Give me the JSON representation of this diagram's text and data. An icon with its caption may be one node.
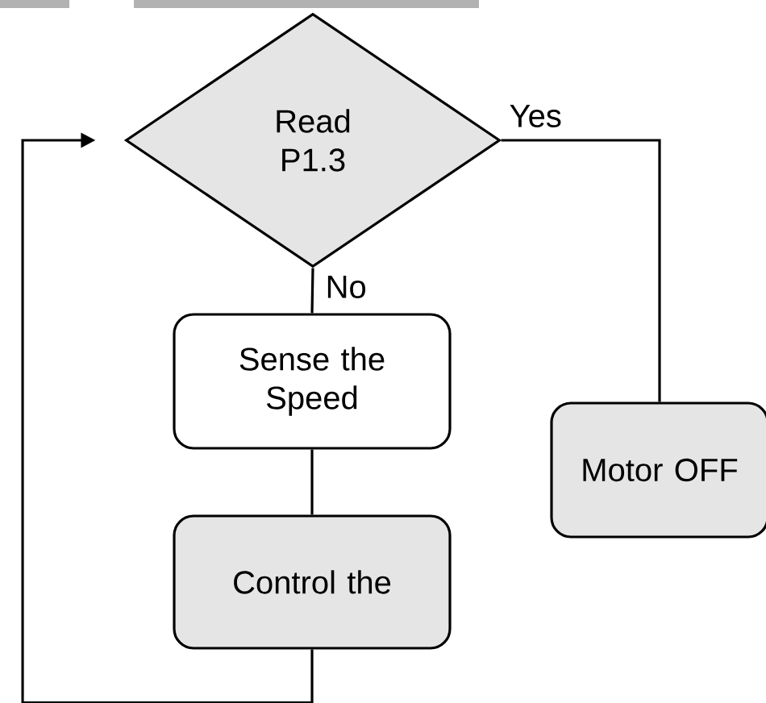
{
  "diagram": {
    "nodes": [
      {
        "text": [
          "Read P1.3"
        ]
      },
      {
        "text": [
          "Sense the Speed"
        ]
      },
      {
        "text": [
          "Motor OFF"
        ]
      },
      {
        "text": [
          "Control the"
        ]
      }
    ],
    "edges": [
      {
        "from": 0,
        "to": 1,
        "arrow": "none",
        "label": "No"
      },
      {
        "from": 0,
        "to": 2,
        "arrow": "none",
        "label": "Yes"
      },
      {
        "from": 1,
        "to": 3,
        "arrow": "none"
      },
      {
        "from": 3,
        "to": 0,
        "arrow": "to"
      }
    ]
  }
}
